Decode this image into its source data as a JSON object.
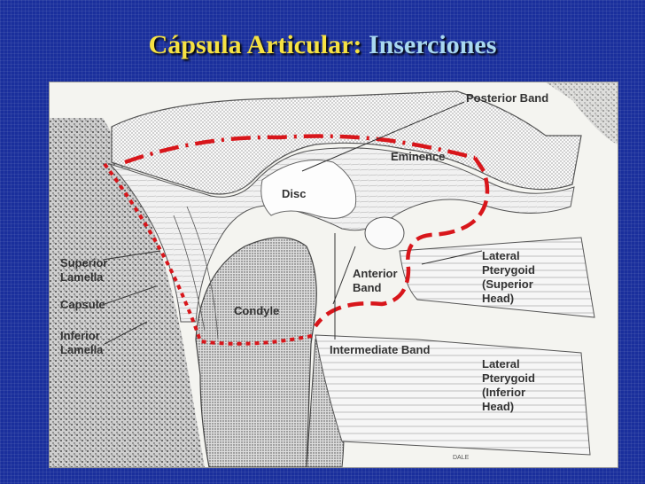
{
  "title": {
    "main": "Cápsula Articular:",
    "accent": "Inserciones"
  },
  "labels": {
    "posterior_band": "Posterior Band",
    "eminence": "Eminence",
    "disc": "Disc",
    "superior_lamella": [
      "Superior",
      "Lamella"
    ],
    "capsule": "Capsule",
    "inferior_lamella": [
      "Inferior",
      "Lamella"
    ],
    "condyle": "Condyle",
    "anterior_band": [
      "Anterior",
      "Band"
    ],
    "intermediate_band": "Intermediate Band",
    "lateral_pterygoid_superior": [
      "Lateral",
      "Pterygoid",
      "(Superior",
      "Head)"
    ],
    "lateral_pterygoid_inferior": [
      "Lateral",
      "Pterygoid",
      "(Inferior",
      "Head)"
    ],
    "signature": "DALE"
  },
  "colors": {
    "background": "#1a2f9c",
    "title": "#f5e142",
    "accent": "#a8d8f0",
    "insertion_line": "#d8161b"
  }
}
